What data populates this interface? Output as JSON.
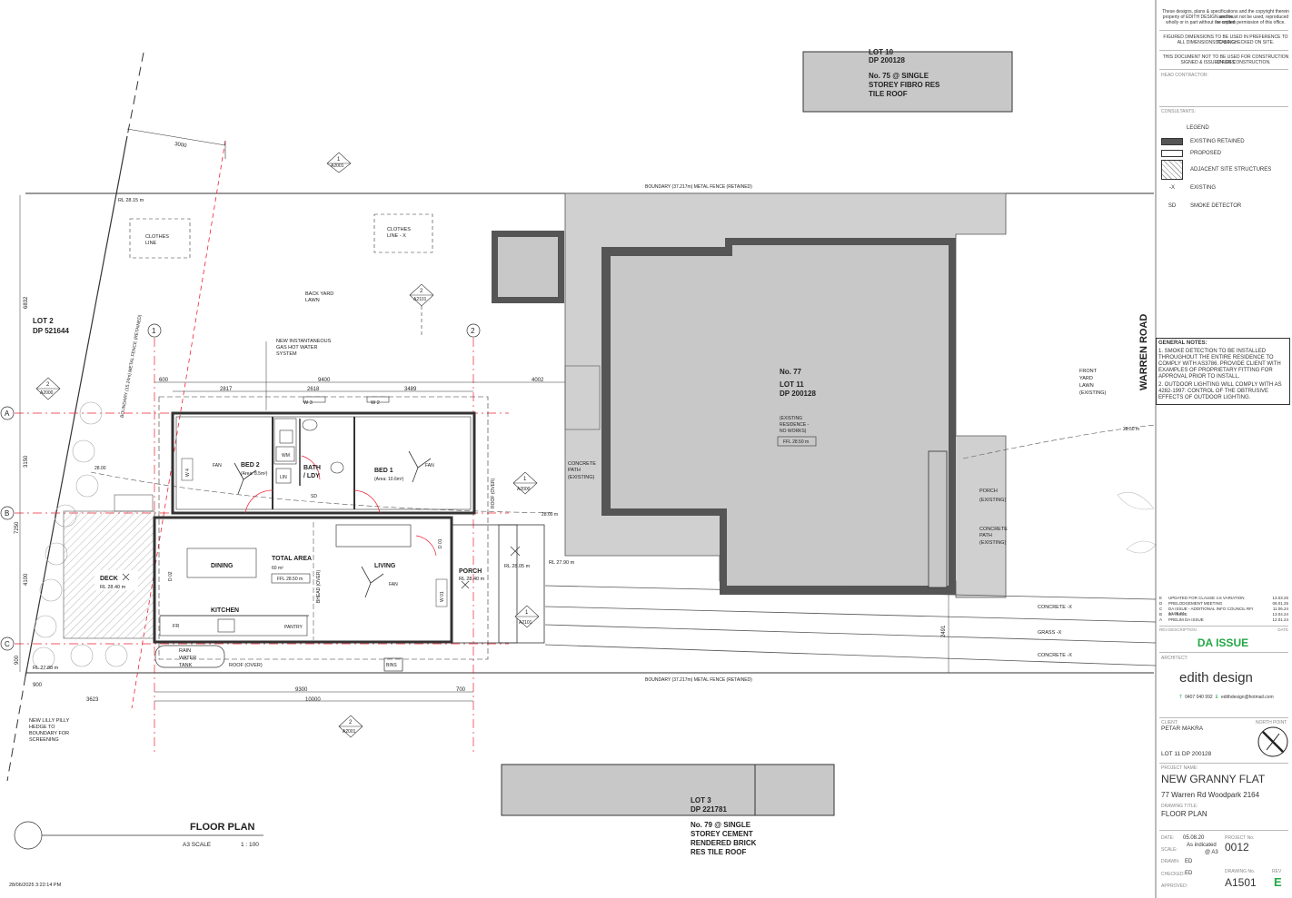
{
  "drawing": {
    "title": "FLOOR PLAN",
    "scale_label": "A3 SCALE",
    "scale_value": "1 : 100",
    "timestamp": "28/06/2025 3:22:14 PM"
  },
  "lots": {
    "lot10": {
      "line1": "LOT 10",
      "line2": "DP 200128",
      "line3": "No. 75 @ SINGLE",
      "line4": "STOREY FIBRO RES",
      "line5": "TILE ROOF"
    },
    "lot2": {
      "line1": "LOT 2",
      "line2": "DP 521644"
    },
    "lot3": {
      "line1": "LOT 3",
      "line2": "DP 221781",
      "line3": "No. 79 @ SINGLE",
      "line4": "STOREY CEMENT",
      "line5": "RENDERED BRICK",
      "line6": "RES TILE ROOF"
    },
    "no77": {
      "line1": "No. 77",
      "line2": "LOT 11",
      "line3": "DP 200128",
      "note1": "(EXISTING",
      "note2": "RESIDENCE -",
      "note3": "NO WORKS)",
      "ffl": "FFL 28.50 m"
    }
  },
  "road": "WARREN ROAD",
  "rooms": {
    "bed2": "BED 2",
    "bed2_area": "(Area: 8.5m²)",
    "bed1": "BED 1",
    "bed1_area": "(Area: 10.6m²)",
    "bath": "BATH",
    "ldy": "/ LDY",
    "dining": "DINING",
    "total_area": "TOTAL AREA",
    "total_area_value": "60 m²",
    "ffl": "FFL 28.50 m",
    "living": "LIVING",
    "kitchen": "KITCHEN",
    "pantry": "PANTRY",
    "fr": "FR",
    "wm": "WM",
    "lin": "LIN",
    "sd": "SD",
    "fan": "FAN",
    "bhead": "BHEAD (OVER)",
    "porch": "PORCH",
    "porch_rl": "RL 28.40 m",
    "deck": "DECK",
    "deck_rl": "RL 28.40 m"
  },
  "annotations": {
    "boundary_top": "BOUNDARY (37.217m)   METAL FENCE (RETAINED)",
    "boundary_bottom": "BOUNDARY (37.217m)   METAL FENCE (RETAINED)",
    "boundary_left": "BOUNDARY (15.24m)   METAL FENCE (RETAINED)",
    "clothes_line": "CLOTHES",
    "clothes_line2": "LINE",
    "clothes_line_x": "CLOTHES",
    "clothes_line_x2": "LINE - X",
    "back_yard": "BACK YARD",
    "back_yard2": "LAWN",
    "hot_water1": "NEW INSTANTANEOUS",
    "hot_water2": "GAS HOT WATER",
    "hot_water3": "SYSTEM",
    "concrete_path1": "CONCRETE",
    "concrete_path2": "PATH",
    "concrete_path3": "(EXISTING)",
    "porch_existing1": "PORCH",
    "porch_existing2": "(EXISTING)",
    "front_yard1": "FRONT",
    "front_yard2": "YARD",
    "front_yard3": "LAWN",
    "front_yard4": "(EXISTING)",
    "concrete_x": "CONCRETE -X",
    "grass_x": "GRASS -X",
    "concrete_x2": "CONCRETE -X",
    "rain_tank1": "RAIN",
    "rain_tank2": "WATER",
    "rain_tank3": "TANK",
    "roof_over": "ROOF (OVER)",
    "roof_over_v": "ROOF (OVER)",
    "bins": "BINS",
    "hedge1": "NEW LILLY PILLY",
    "hedge2": "HEDGE TO",
    "hedge3": "BOUNDARY FOR",
    "hedge4": "SCREENING",
    "rl_2815": "RL 28.15 m",
    "rl_2788": "RL 27.88 m",
    "rl_2805": "RL 28.05 m",
    "rl_2790": "RL 27.90 m",
    "contour_2800a": "28.00",
    "contour_2800b": "28.00 m",
    "contour_2850": "28.50 m",
    "w3": "W 3",
    "w2": "W 2",
    "w4": "W 4",
    "w01": "W 01",
    "d01": "D 01",
    "d02": "D 02"
  },
  "dims": {
    "d3000": "3000",
    "d6832": "6832",
    "d600": "600",
    "d9400": "9400",
    "d4002": "4002",
    "d2817": "2817",
    "d2618": "2618",
    "d3489": "3489",
    "d3150": "3150",
    "d7250": "7250",
    "d4100": "4100",
    "d900v": "900",
    "d9300": "9300",
    "d700": "700",
    "d10000": "10000",
    "d3623": "3623",
    "d900h": "900",
    "d2491": "2491"
  },
  "grids": {
    "g1": "1",
    "g2": "2",
    "ga": "A",
    "gb": "B",
    "gc": "C"
  },
  "sections": {
    "s1_top": {
      "num": "1",
      "ref": "A2001"
    },
    "s2_top": {
      "num": "2",
      "ref": "A2101"
    },
    "s2_left": {
      "num": "2",
      "ref": "A2000"
    },
    "s1_right": {
      "num": "1",
      "ref": "A2000"
    },
    "s1_bottomright": {
      "num": "1",
      "ref": "A2101"
    },
    "s2_bottom": {
      "num": "2",
      "ref": "A2001"
    }
  },
  "titleblock": {
    "copyright1": "These designs, plans & specifications and the copyright therein are the",
    "copyright2": "property of EDITH DESIGN and must not be used, reproduced or copied",
    "copyright3": "wholly or in part without the written permission of this office.",
    "dims_note1": "FIGURED DIMENSIONS TO BE USED IN PREFERENCE TO SCALING.",
    "dims_note2": "ALL DIMENSIONS TO BE CHECKED ON SITE.",
    "construction1": "THIS DOCUMENT NOT TO BE USED FOR CONSTRUCTION UNLESS",
    "construction2": "SIGNED & ISSUED FOR CONSTRUCTION.",
    "head_contractor": "HEAD CONTRACTOR:",
    "consultants": "CONSULTANTS:",
    "legend": "LEGEND",
    "legend_items": [
      "EXISTING RETAINED",
      "PROPOSED",
      "ADJACENT SITE STRUCTURES",
      "EXISTING",
      "SMOKE DETECTOR"
    ],
    "legend_sym_x": "-X",
    "legend_sym_sd": "SD",
    "general_notes_title": "GENERAL NOTES:",
    "note1": "1. SMOKE DETECTION TO BE INSTALLED THROUGHOUT THE ENTIRE RESIDENCE TO COMPLY WITH AS3786. PROVIDE CLIENT WITH EXAMPLES OF PROPRIETARY FITTING FOR APPROVAL PRIOR TO INSTALL.",
    "note2": "2. OUTDOOR LIGHTING WILL COMPLY WITH AS 4282-1997: CONTROL OF THE OBTRUSIVE EFFECTS OF OUTDOOR LIGHTING.",
    "revisions": [
      {
        "rev": "E",
        "desc": "UPDATED FOR CLAUSE 4.6 VARIATION",
        "date": "13.03.25"
      },
      {
        "rev": "D",
        "desc": "PRELODGEMENT MEETING",
        "date": "06.01.25"
      },
      {
        "rev": "C",
        "desc": "DA ISSUE - ADDITIONAL INFO COUNCIL RFI 14.05.24",
        "date": "11.06.24"
      },
      {
        "rev": "B",
        "desc": "DA ISSUE",
        "date": "13.04.24"
      },
      {
        "rev": "A",
        "desc": "PRELIM DA ISSUE",
        "date": "12.01.24"
      }
    ],
    "rev_h": "REV",
    "desc_h": "DESCRIPTION",
    "date_h": "DATE",
    "status": "DA ISSUE",
    "architect_label": "ARCHITECT:",
    "firm": "edith design",
    "phone_label": "T",
    "phone": "0407 040 992",
    "email_label": "E",
    "email": "edithdesign@hotmail.com",
    "client_label": "CLIENT:",
    "north_label": "NORTH POINT",
    "client": "PETAR MAKRA",
    "lot": "LOT 11  DP 200128",
    "project_label": "PROJECT NAME:",
    "project": "NEW GRANNY FLAT",
    "address": "77 Warren Rd Woodpark 2164",
    "drawing_title_label": "DRAWING TITLE:",
    "drawing_title": "FLOOR PLAN",
    "date_label": "DATE:",
    "date": "05.08.20",
    "project_no_label": "PROJECT No.",
    "project_no": "0012",
    "scale_label": "SCALE:",
    "scale": "As indicated",
    "scale2": "@ A3",
    "drawn_label": "DRAWN:",
    "drawn": "ED",
    "checked_label": "CHECKED:",
    "checked": "ED",
    "approved_label": "APPROVED:",
    "drawing_no_label": "DRAWING No.",
    "drawing_no": "A1501",
    "rev_label": "REV",
    "rev": "E",
    "accent_green": "#22a845"
  }
}
